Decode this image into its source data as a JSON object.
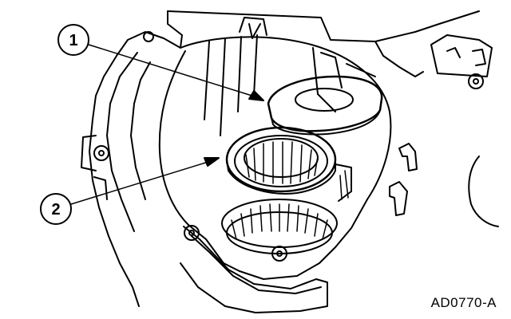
{
  "callouts": [
    {
      "label": "1"
    },
    {
      "label": "2"
    }
  ],
  "figure_code": "AD0770-A",
  "colors": {
    "line": "#000000",
    "background": "#ffffff"
  }
}
